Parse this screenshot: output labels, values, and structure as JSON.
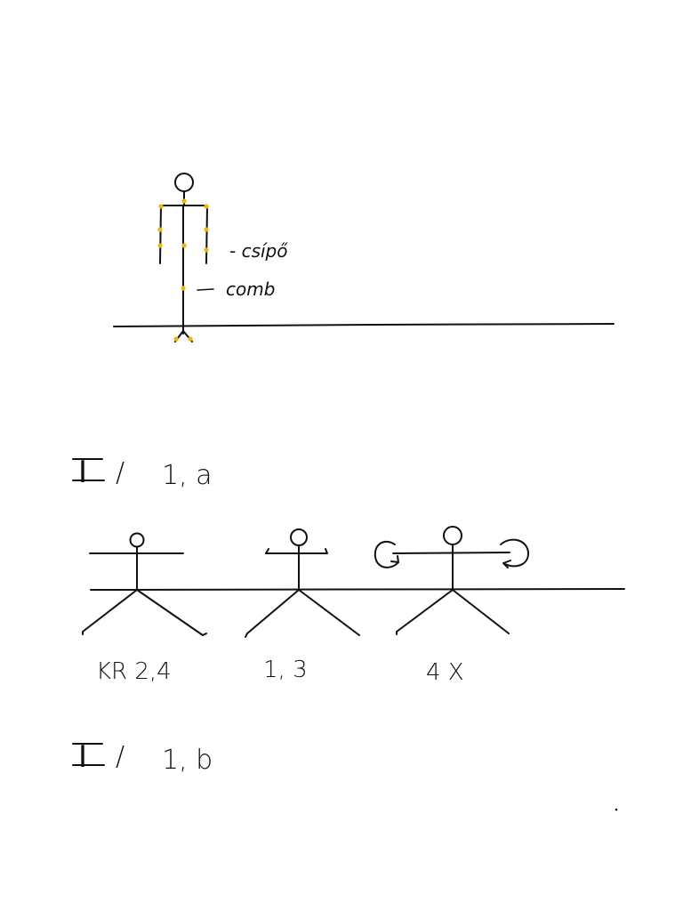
{
  "colors": {
    "ink": "#111111",
    "joint_marker": "#f2b705",
    "background": "#ffffff"
  },
  "top_figure": {
    "annotations": [
      {
        "id": "hip",
        "text": "- csípő"
      },
      {
        "id": "knee",
        "text": "- comb"
      }
    ]
  },
  "sections": [
    {
      "id": "section-1a",
      "heading_numeral": "I",
      "heading_slash": "/",
      "heading_label": "1, a",
      "figures": [
        {
          "id": "figure-arms-side",
          "caption": "KR 2,4"
        },
        {
          "id": "figure-arms-side-hands-up",
          "caption": "1, 3"
        },
        {
          "id": "figure-arm-circles",
          "caption": "4 X"
        }
      ]
    },
    {
      "id": "section-1b",
      "heading_numeral": "I",
      "heading_slash": "/",
      "heading_label": "1, b"
    }
  ]
}
